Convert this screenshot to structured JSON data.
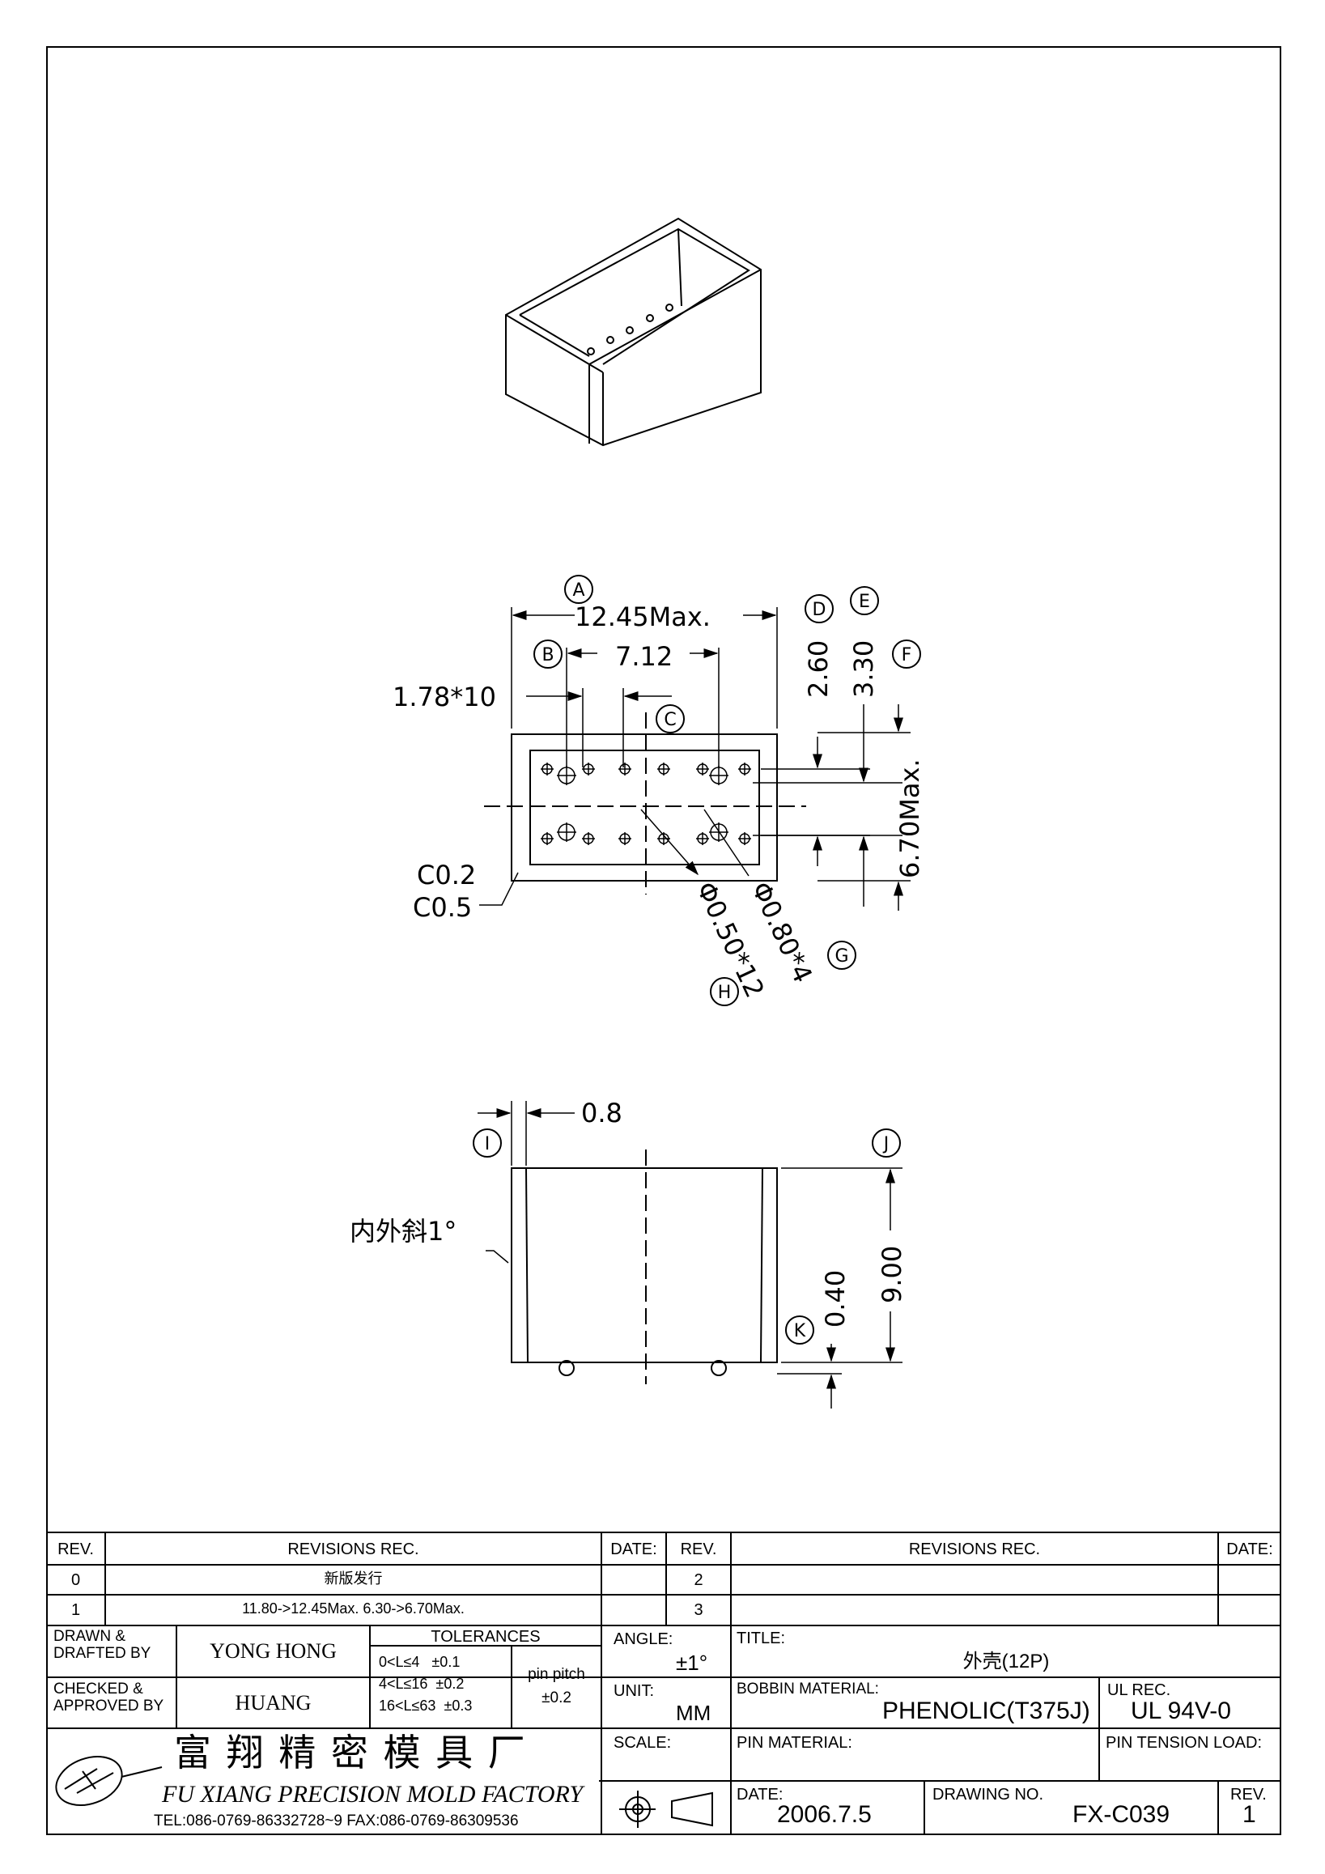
{
  "drawing": {
    "balloons": [
      "A",
      "B",
      "C",
      "D",
      "E",
      "F",
      "G",
      "H",
      "I",
      "J",
      "K"
    ],
    "dims": {
      "a": "12.45Max.",
      "b": "7.12",
      "pitch": "1.78*10",
      "d": "2.60",
      "e": "3.30",
      "f": "6.70Max.",
      "c02": "C0.2",
      "c05": "C0.5",
      "g": "Φ0.80*4",
      "h": "Φ0.50*12",
      "i": "0.8",
      "j": "9.00",
      "k": "0.40",
      "draft": "内外斜1°"
    }
  },
  "title_block": {
    "rev_h": "REV.",
    "revisions_h": "REVISIONS    REC.",
    "date_h": "DATE:",
    "rows_left": [
      {
        "rev": "0",
        "text": "新版发行"
      },
      {
        "rev": "1",
        "text": "11.80->12.45Max. 6.30->6.70Max."
      }
    ],
    "rows_right": [
      {
        "rev": "2"
      },
      {
        "rev": "3"
      }
    ],
    "drawn_label": "DRAWN &\nDRAFTED BY",
    "drawn_by": "YONG HONG",
    "checked_label": "CHECKED &\nAPPROVED BY",
    "checked_by": "HUANG",
    "tolerances_h": "TOLERANCES",
    "tol_ranges": "0<L≤4   ±0.1\n4<L≤16  ±0.2\n16<L≤63  ±0.3",
    "pin_pitch": "pin pitch\n±0.2",
    "angle_label": "ANGLE:",
    "angle": "±1°",
    "unit_label": "UNIT:",
    "unit": "MM",
    "scale_label": "SCALE:",
    "title_label": "TITLE:",
    "title": "外壳(12P)",
    "bobbin_label": "BOBBIN MATERIAL:",
    "bobbin": "PHENOLIC(T375J)",
    "ul_label": "UL REC.",
    "ul": "UL 94V-0",
    "pin_material_label": "PIN MATERIAL:",
    "pin_tension_label": "PIN TENSION LOAD:",
    "date_label": "DATE:",
    "date": "2006.7.5",
    "drawing_no_label": "DRAWING NO.",
    "drawing_no": "FX-C039",
    "rev_label": "REV.",
    "rev": "1",
    "company_cn": "富 翔 精 密 模 具 厂",
    "company_en": "FU XIANG PRECISION MOLD FACTORY",
    "contact": "TEL:086-0769-86332728~9 FAX:086-0769-86309536"
  }
}
